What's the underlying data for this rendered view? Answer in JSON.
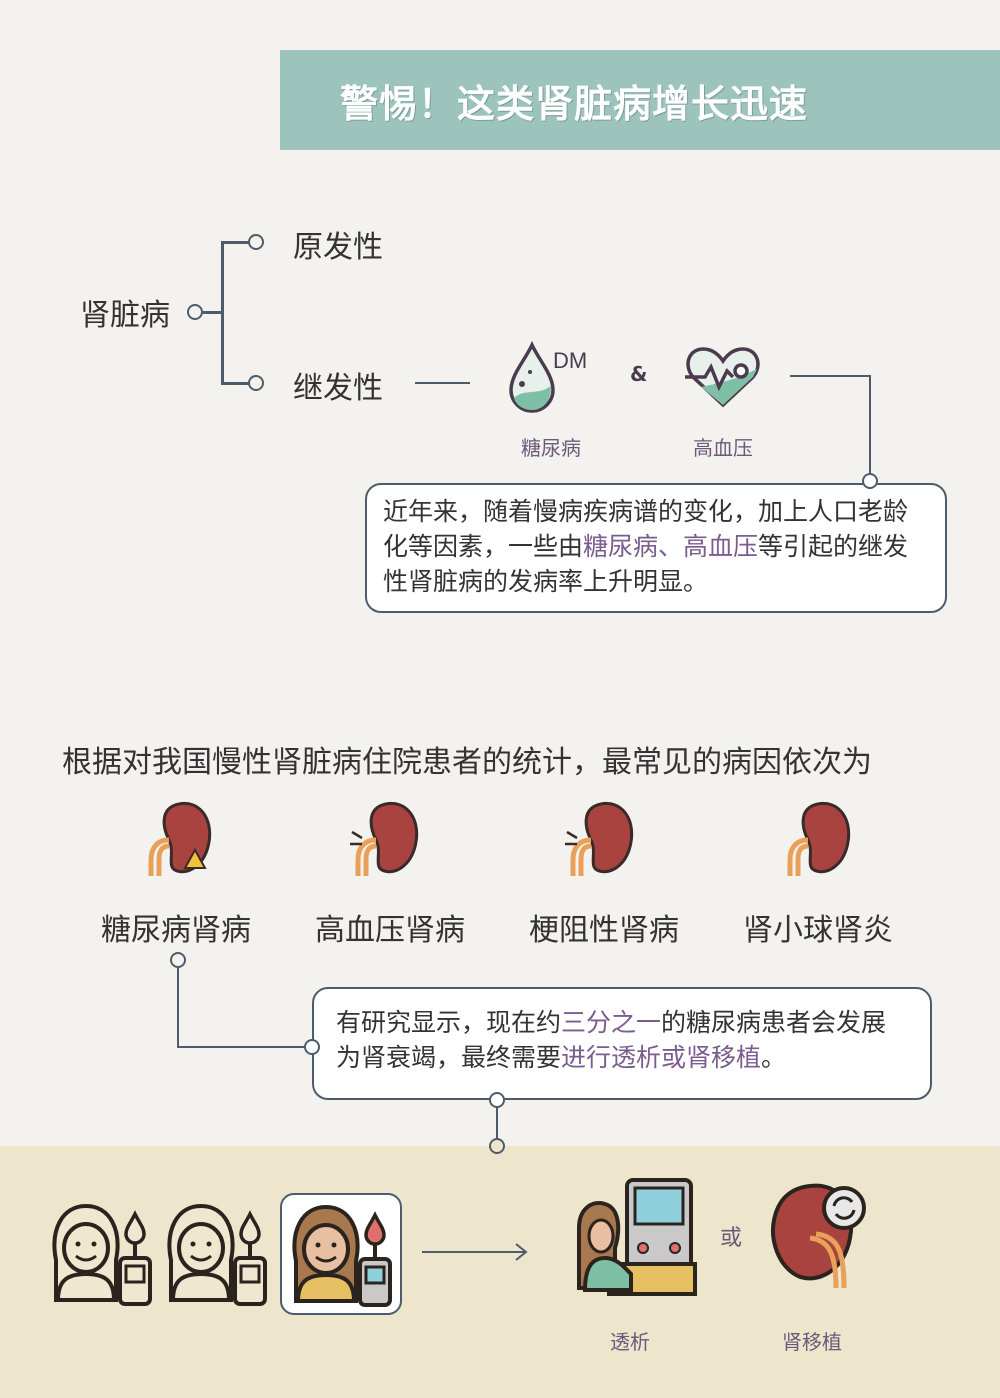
{
  "header": {
    "title": "警惕！这类肾脏病增长迅速"
  },
  "tree": {
    "root": "肾脏病",
    "primary": "原发性",
    "secondary": "继发性",
    "amp": "&",
    "dm_tag": "DM",
    "diabetes": "糖尿病",
    "hypertension": "高血压"
  },
  "note1": {
    "part1": "近年来，随着慢病疾病谱的变化，加上人口老龄化等因素，一些由",
    "highlight": "糖尿病、高血压",
    "part2": "等引起的继发性肾脏病的发病率上升明显。"
  },
  "section2": {
    "title": "根据对我国慢性肾脏病住院患者的统计，最常见的病因依次为",
    "causes": [
      "糖尿病肾病",
      "高血压肾病",
      "梗阻性肾病",
      "肾小球肾炎"
    ]
  },
  "note2": {
    "part1": "有研究显示，现在约",
    "highlight1": "三分之一",
    "part2": "的糖尿病患者会发展为肾衰竭，最终需要",
    "highlight2": "进行透析或肾移植",
    "part3": "。"
  },
  "outcome": {
    "dialysis": "透析",
    "or": "或",
    "transplant": "肾移植"
  },
  "colors": {
    "header": "#9cc3bc",
    "line": "#4d5c6b",
    "highlight": "#7a5c8e",
    "band": "#ede6cd",
    "kidney": "#a8433f"
  }
}
